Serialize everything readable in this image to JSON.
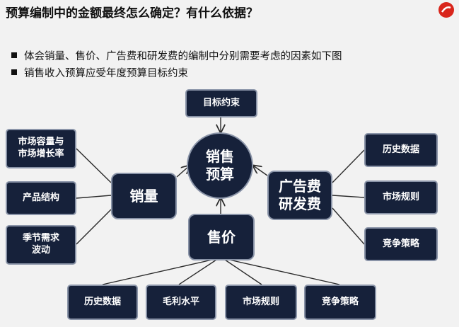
{
  "title": "预算编制中的金额最终怎么确定？有什么依据？",
  "bullets": [
    "体会销量、售价、广告费和研发费的编制中分别需要考虑的因素如下图",
    "销售收入预算应受年度预算目标约束"
  ],
  "diagram": {
    "center": "销售\n预算",
    "target": "目标约束",
    "volume": "销量",
    "price": "售价",
    "adrd": "广告费\n研发费",
    "volume_factors": [
      "市场容量与\n市场增长率",
      "产品结构",
      "季节需求\n波动"
    ],
    "adrd_factors": [
      "历史数据",
      "市场规则",
      "竞争策略"
    ],
    "price_factors": [
      "历史数据",
      "毛利水平",
      "市场规则",
      "竞争策略"
    ]
  },
  "colors": {
    "node_fill": "#16213a",
    "node_border": "#8a94a8",
    "line": "#2b2b2b",
    "logo": "#d9261c"
  }
}
